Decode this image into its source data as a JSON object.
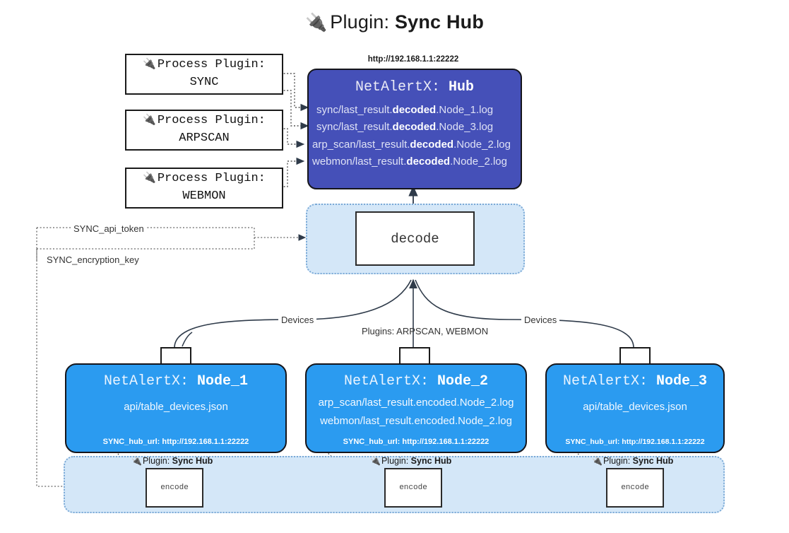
{
  "page": {
    "title_prefix": "Plugin:",
    "title_name": "Sync Hub",
    "plug_icon": "plug-icon"
  },
  "process_plugins": [
    {
      "line1": "Process Plugin:",
      "line2": "SYNC"
    },
    {
      "line1": "Process Plugin:",
      "line2": "ARPSCAN"
    },
    {
      "line1": "Process Plugin:",
      "line2": "WEBMON"
    }
  ],
  "hub": {
    "caption": "http://192.168.1.1:22222",
    "title_prefix": "NetAlertX:",
    "title_name": "Hub",
    "lines": [
      {
        "pre": "sync/last_result.",
        "bold": "decoded",
        "post": ".Node_1.log"
      },
      {
        "pre": "sync/last_result.",
        "bold": "decoded",
        "post": ".Node_3.log"
      },
      {
        "pre": "arp_scan/last_result.",
        "bold": "decoded",
        "post": ".Node_2.log"
      },
      {
        "pre": "webmon/last_result.",
        "bold": "decoded",
        "post": ".Node_2.log"
      }
    ]
  },
  "decode": {
    "label": "decode"
  },
  "secrets": [
    {
      "label": "SYNC_api_token"
    },
    {
      "label": "SYNC_encryption_key"
    }
  ],
  "edge_labels": {
    "devices_left": "Devices",
    "devices_right": "Devices",
    "plugins_center": "Plugins: ARPSCAN, WEBMON"
  },
  "nodes": [
    {
      "title_prefix": "NetAlertX:",
      "title_name": "Node_1",
      "lines": [
        "api/table_devices.json"
      ],
      "footer": "SYNC_hub_url: http://192.168.1.1:22222"
    },
    {
      "title_prefix": "NetAlertX:",
      "title_name": "Node_2",
      "lines": [
        "arp_scan/last_result.encoded.Node_2.log",
        "webmon/last_result.encoded.Node_2.log"
      ],
      "footer": "SYNC_hub_url: http://192.168.1.1:22222"
    },
    {
      "title_prefix": "NetAlertX:",
      "title_name": "Node_3",
      "lines": [
        "api/table_devices.json"
      ],
      "footer": "SYNC_hub_url: http://192.168.1.1:22222"
    }
  ],
  "encoders": [
    {
      "label_prefix": "Plugin:",
      "label_name": "Sync Hub",
      "box": "encode"
    },
    {
      "label_prefix": "Plugin:",
      "label_name": "Sync Hub",
      "box": "encode"
    },
    {
      "label_prefix": "Plugin:",
      "label_name": "Sync Hub",
      "box": "encode"
    }
  ],
  "colors": {
    "hub_fill": "#4550b8",
    "node_fill": "#2b9bf0",
    "container_fill": "#d4e7f8",
    "container_border": "#7aa9d6",
    "stroke": "#333333"
  }
}
